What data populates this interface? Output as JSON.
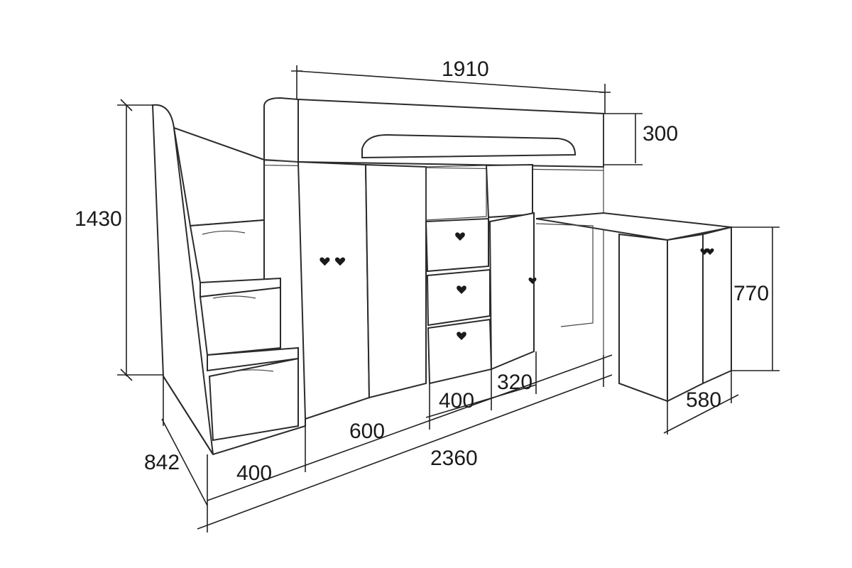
{
  "dimensions": {
    "overall_length": "2360",
    "bed_length": "1910",
    "height": "1430",
    "rail_height": "300",
    "depth": "842",
    "stairs_width": "400",
    "wardrobe_width": "600",
    "drawers_width": "400",
    "cabinet_width": "320",
    "desk_height": "770",
    "desk_depth": "580"
  },
  "colors": {
    "line": "#2b2b2b",
    "background": "#ffffff",
    "text": "#1a1a1a"
  }
}
